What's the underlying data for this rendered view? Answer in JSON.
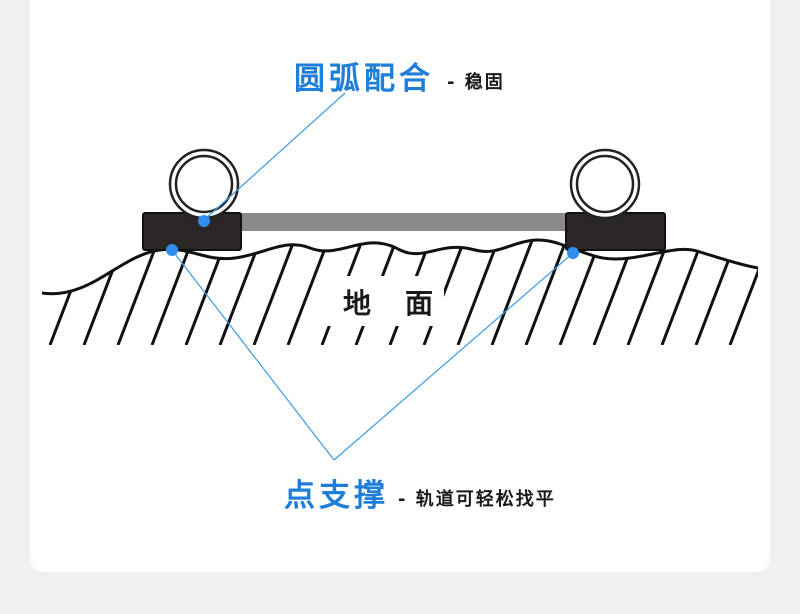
{
  "colors": {
    "background": "#f1eff0",
    "card": "#ffffff",
    "accent": "#1f7fd8",
    "leader": "#3c9be6",
    "dot": "#2f8ef0",
    "pad": "#2b2727",
    "rail": "#8a8a8a",
    "ink": "#111111"
  },
  "top_callout": {
    "title": "圆弧配合",
    "subtitle": "- 稳固"
  },
  "ground_label": {
    "left": "地",
    "right": "面"
  },
  "bottom_callout": {
    "title": "点支撑",
    "subtitle": "- 轨道可轻松找平"
  },
  "icons": [
    "pipe-icon",
    "support-pad-icon",
    "rail-beam-icon",
    "contact-dot-icon"
  ]
}
